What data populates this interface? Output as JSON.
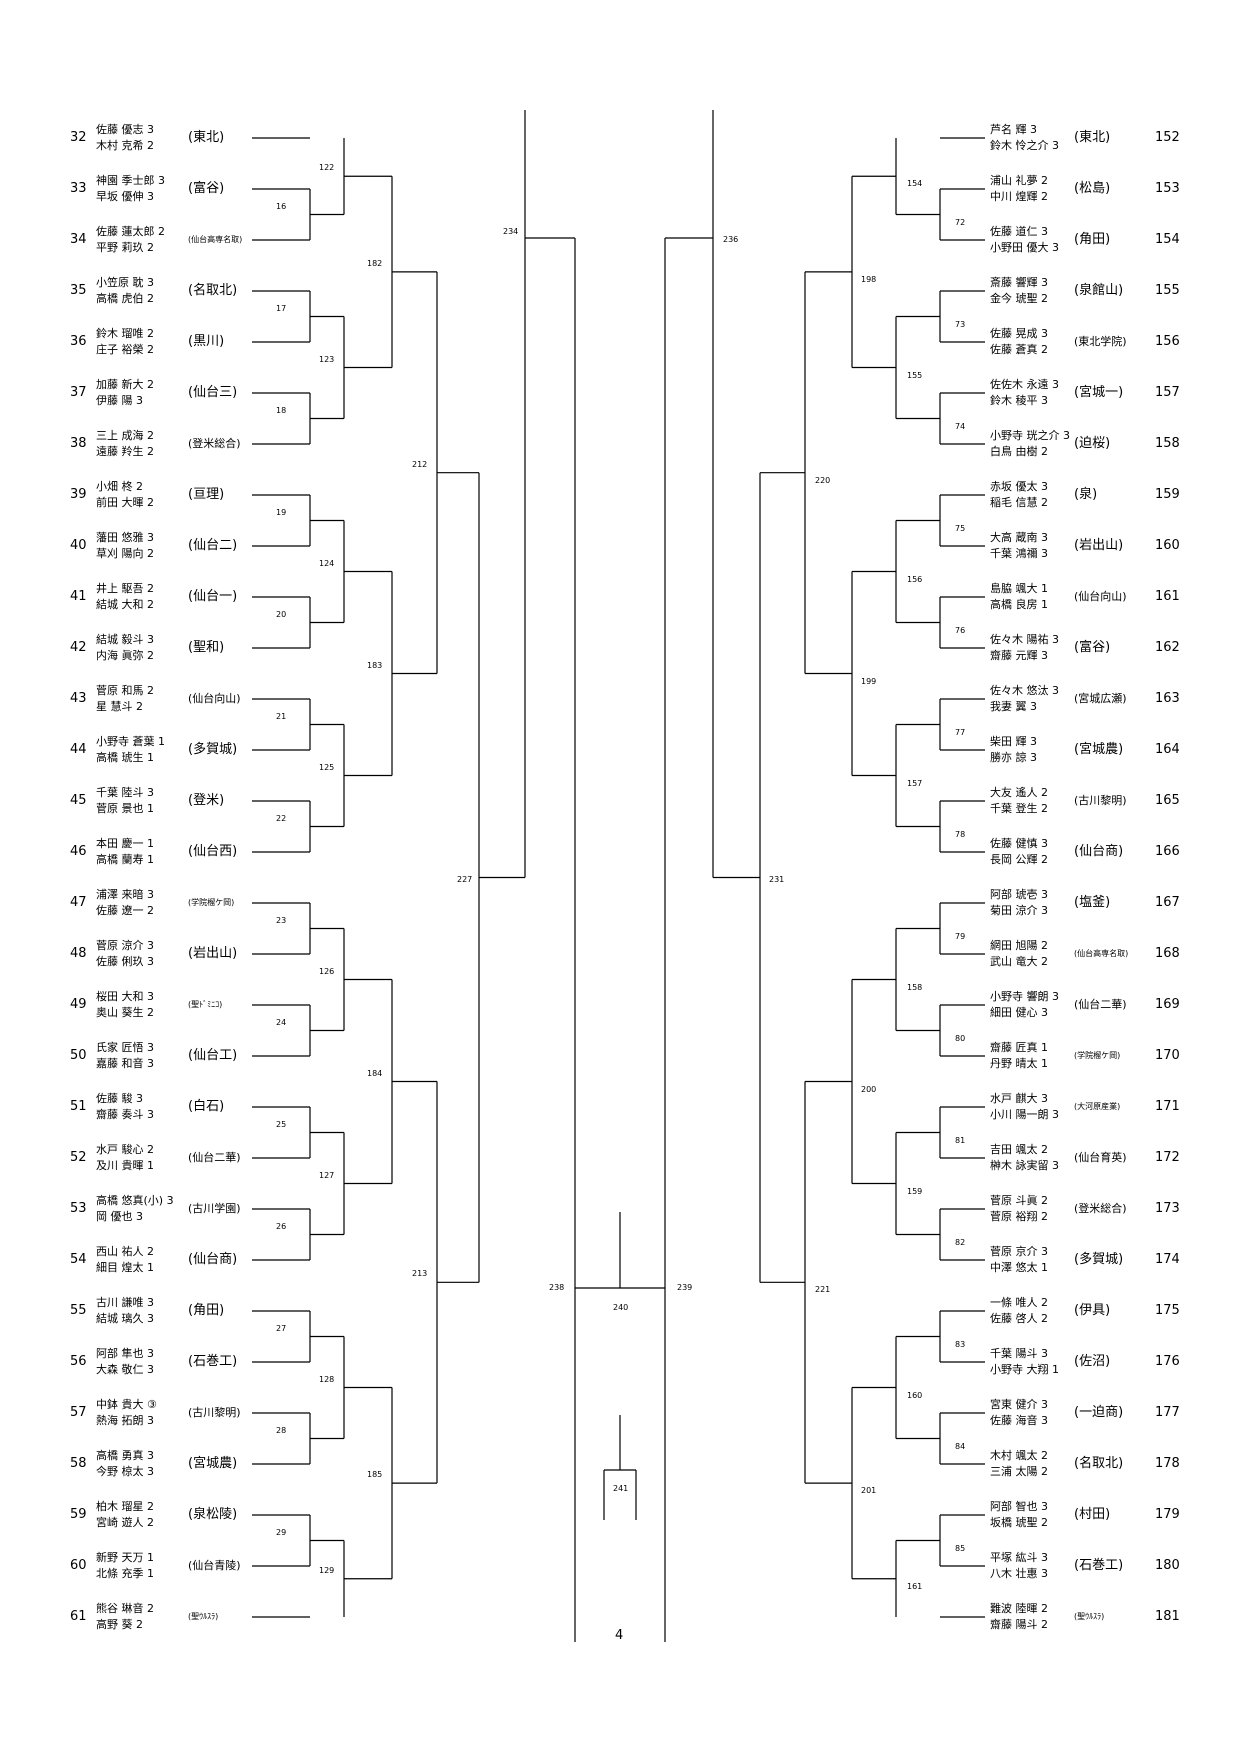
{
  "left_entries": [
    {
      "seed": "32",
      "p1": "佐藤 優志 3",
      "p2": "木村 克希 2",
      "school": "(東北)"
    },
    {
      "seed": "33",
      "p1": "神園 季士郎 3",
      "p2": "早坂 優伸 3",
      "school": "(富谷)"
    },
    {
      "seed": "34",
      "p1": "佐藤 蓮太郎 2",
      "p2": "平野 莉玖 2",
      "school": "(仙台高専名取)"
    },
    {
      "seed": "35",
      "p1": "小笠原 耽 3",
      "p2": "高橋 虎伯 2",
      "school": "(名取北)"
    },
    {
      "seed": "36",
      "p1": "鈴木 瑠唯 2",
      "p2": "庄子 裕榮 2",
      "school": "(黒川)"
    },
    {
      "seed": "37",
      "p1": "加藤 新大 2",
      "p2": "伊藤 陽 3",
      "school": "(仙台三)"
    },
    {
      "seed": "38",
      "p1": "三上 成海 2",
      "p2": "遠藤 羚生 2",
      "school": "(登米総合)"
    },
    {
      "seed": "39",
      "p1": "小畑 柊 2",
      "p2": "前田 大暉 2",
      "school": "(亘理)"
    },
    {
      "seed": "40",
      "p1": "藩田 悠雅 3",
      "p2": "草刈 陽向 2",
      "school": "(仙台二)"
    },
    {
      "seed": "41",
      "p1": "井上 駆吾 2",
      "p2": "結城 大和 2",
      "school": "(仙台一)"
    },
    {
      "seed": "42",
      "p1": "結城 毅斗 3",
      "p2": "内海 眞弥 2",
      "school": "(聖和)"
    },
    {
      "seed": "43",
      "p1": "菅原 和馬 2",
      "p2": "星 慧斗 2",
      "school": "(仙台向山)"
    },
    {
      "seed": "44",
      "p1": "小野寺 蒼葉 1",
      "p2": "高橋 琥生 1",
      "school": "(多賀城)"
    },
    {
      "seed": "45",
      "p1": "千葉 陸斗 3",
      "p2": "菅原 景也 1",
      "school": "(登米)"
    },
    {
      "seed": "46",
      "p1": "本田 慶一 1",
      "p2": "高橋 蘭寿 1",
      "school": "(仙台西)"
    },
    {
      "seed": "47",
      "p1": "浦澤 来暗 3",
      "p2": "佐藤 遼一 2",
      "school": "(学院榴ケ岡)"
    },
    {
      "seed": "48",
      "p1": "菅原 涼介 3",
      "p2": "佐藤 俐玖 3",
      "school": "(岩出山)"
    },
    {
      "seed": "49",
      "p1": "桜田 大和 3",
      "p2": "奥山 葵生 2",
      "school": "(聖ﾄﾞﾐﾆｺ)"
    },
    {
      "seed": "50",
      "p1": "氏家 匠悟 3",
      "p2": "嘉藤 和音 3",
      "school": "(仙台工)"
    },
    {
      "seed": "51",
      "p1": "佐藤 駿 3",
      "p2": "齋藤 奏斗 3",
      "school": "(白石)"
    },
    {
      "seed": "52",
      "p1": "水戸 駿心 2",
      "p2": "及川 貴暉 1",
      "school": "(仙台二華)"
    },
    {
      "seed": "53",
      "p1": "高橋 悠真(小) 3",
      "p2": "岡 優也 3",
      "school": "(古川学園)"
    },
    {
      "seed": "54",
      "p1": "西山 祐人 2",
      "p2": "細目 煌太 1",
      "school": "(仙台商)"
    },
    {
      "seed": "55",
      "p1": "古川 謙唯 3",
      "p2": "結城 璃久 3",
      "school": "(角田)"
    },
    {
      "seed": "56",
      "p1": "阿部 隼也 3",
      "p2": "大森 敬仁 3",
      "school": "(石巻工)"
    },
    {
      "seed": "57",
      "p1": "中鉢 貴大 ③",
      "p2": "熱海 拓朗 3",
      "school": "(古川黎明)"
    },
    {
      "seed": "58",
      "p1": "高橋 勇真 3",
      "p2": "今野 椋太 3",
      "school": "(宮城農)"
    },
    {
      "seed": "59",
      "p1": "柏木 瑠星 2",
      "p2": "宮崎 遊人 2",
      "school": "(泉松陵)"
    },
    {
      "seed": "60",
      "p1": "新野 天万 1",
      "p2": "北條 充季 1",
      "school": "(仙台青陵)"
    },
    {
      "seed": "61",
      "p1": "熊谷 琳音 2",
      "p2": "高野 葵 2",
      "school": "(聖ｳﾙｽﾗ)"
    }
  ],
  "right_entries": [
    {
      "seed": "152",
      "p1": "芦名 輝 3",
      "p2": "鈴木 怜之介 3",
      "school": "(東北)"
    },
    {
      "seed": "153",
      "p1": "浦山 礼夢 2",
      "p2": "中川 煌輝 2",
      "school": "(松島)"
    },
    {
      "seed": "154",
      "p1": "佐藤 道仁 3",
      "p2": "小野田 優大 3",
      "school": "(角田)"
    },
    {
      "seed": "155",
      "p1": "斎藤 響輝 3",
      "p2": "金今 琥聖 2",
      "school": "(泉館山)"
    },
    {
      "seed": "156",
      "p1": "佐藤 晃成 3",
      "p2": "佐藤 蒼真 2",
      "school": "(東北学院)"
    },
    {
      "seed": "157",
      "p1": "佐佐木 永遠 3",
      "p2": "鈴木 稜平 3",
      "school": "(宮城一)"
    },
    {
      "seed": "158",
      "p1": "小野寺 珖之介 3",
      "p2": "白鳥 由樹 2",
      "school": "(迫桜)"
    },
    {
      "seed": "159",
      "p1": "赤坂 優太 3",
      "p2": "稲毛 信慧 2",
      "school": "(泉)"
    },
    {
      "seed": "160",
      "p1": "大高 蔵南 3",
      "p2": "千葉 鴻禰 3",
      "school": "(岩出山)"
    },
    {
      "seed": "161",
      "p1": "島脇 颯大 1",
      "p2": "高橋 良房 1",
      "school": "(仙台向山)"
    },
    {
      "seed": "162",
      "p1": "佐々木 陽祐 3",
      "p2": "齋藤 元輝 3",
      "school": "(富谷)"
    },
    {
      "seed": "163",
      "p1": "佐々木 悠汰 3",
      "p2": "我妻 翼 3",
      "school": "(宮城広瀬)"
    },
    {
      "seed": "164",
      "p1": "柴田 輝 3",
      "p2": "勝亦 諒 3",
      "school": "(宮城農)"
    },
    {
      "seed": "165",
      "p1": "大友 遙人 2",
      "p2": "千葉 登生 2",
      "school": "(古川黎明)"
    },
    {
      "seed": "166",
      "p1": "佐藤 健慎 3",
      "p2": "長岡 公輝 2",
      "school": "(仙台商)"
    },
    {
      "seed": "167",
      "p1": "阿部 琥壱 3",
      "p2": "菊田 涼介 3",
      "school": "(塩釜)"
    },
    {
      "seed": "168",
      "p1": "網田 旭陽 2",
      "p2": "武山 竜大 2",
      "school": "(仙台高専名取)"
    },
    {
      "seed": "169",
      "p1": "小野寺 響朗 3",
      "p2": "細田 健心 3",
      "school": "(仙台二華)"
    },
    {
      "seed": "170",
      "p1": "齋藤 匠真 1",
      "p2": "丹野 晴太 1",
      "school": "(学院榴ケ岡)"
    },
    {
      "seed": "171",
      "p1": "水戸 麒大 3",
      "p2": "小川 陽一朗 3",
      "school": "(大河原産業)"
    },
    {
      "seed": "172",
      "p1": "吉田 颯太 2",
      "p2": "榊木 詠実留 3",
      "school": "(仙台育英)"
    },
    {
      "seed": "173",
      "p1": "菅原 斗眞 2",
      "p2": "菅原 裕翔 2",
      "school": "(登米総合)"
    },
    {
      "seed": "174",
      "p1": "菅原 京介 3",
      "p2": "中澤 悠太 1",
      "school": "(多賀城)"
    },
    {
      "seed": "175",
      "p1": "一條 唯人 2",
      "p2": "佐藤 啓人 2",
      "school": "(伊具)"
    },
    {
      "seed": "176",
      "p1": "千葉 陽斗 3",
      "p2": "小野寺 大翔 1",
      "school": "(佐沼)"
    },
    {
      "seed": "177",
      "p1": "宮東 健介 3",
      "p2": "佐藤 海音 3",
      "school": "(一迫商)"
    },
    {
      "seed": "178",
      "p1": "木村 颯太 2",
      "p2": "三浦 太陽 2",
      "school": "(名取北)"
    },
    {
      "seed": "179",
      "p1": "阿部 智也 3",
      "p2": "坂橋 琥聖 2",
      "school": "(村田)"
    },
    {
      "seed": "180",
      "p1": "平塚 紘斗 3",
      "p2": "八木 壮惠 3",
      "school": "(石巻工)"
    },
    {
      "seed": "181",
      "p1": "難波 陸暉 2",
      "p2": "齋藤 陽斗 2",
      "school": "(聖ｳﾙｽﾗ)"
    }
  ],
  "match_labels": {
    "L1": [
      "16",
      "17",
      "18",
      "19",
      "20",
      "21",
      "22",
      "23",
      "24",
      "25",
      "26",
      "27",
      "28",
      "29"
    ],
    "L2": [
      "122",
      "123",
      "124",
      "125",
      "126",
      "127",
      "128",
      "129"
    ],
    "L3": [
      "182",
      "183",
      "184",
      "185"
    ],
    "L4": [
      "212",
      "213"
    ],
    "L5": "227",
    "L6": "234",
    "R1": [
      "72",
      "73",
      "74",
      "75",
      "76",
      "77",
      "78",
      "79",
      "80",
      "81",
      "82",
      "83",
      "84",
      "85"
    ],
    "R2": [
      "154",
      "155",
      "156",
      "157",
      "158",
      "159",
      "160",
      "161"
    ],
    "R3": [
      "198",
      "199",
      "200",
      "201"
    ],
    "R4": [
      "220",
      "221"
    ],
    "R5": "231",
    "R6": "236",
    "center": [
      "238",
      "239",
      "240",
      "241"
    ]
  },
  "page_number": "4"
}
